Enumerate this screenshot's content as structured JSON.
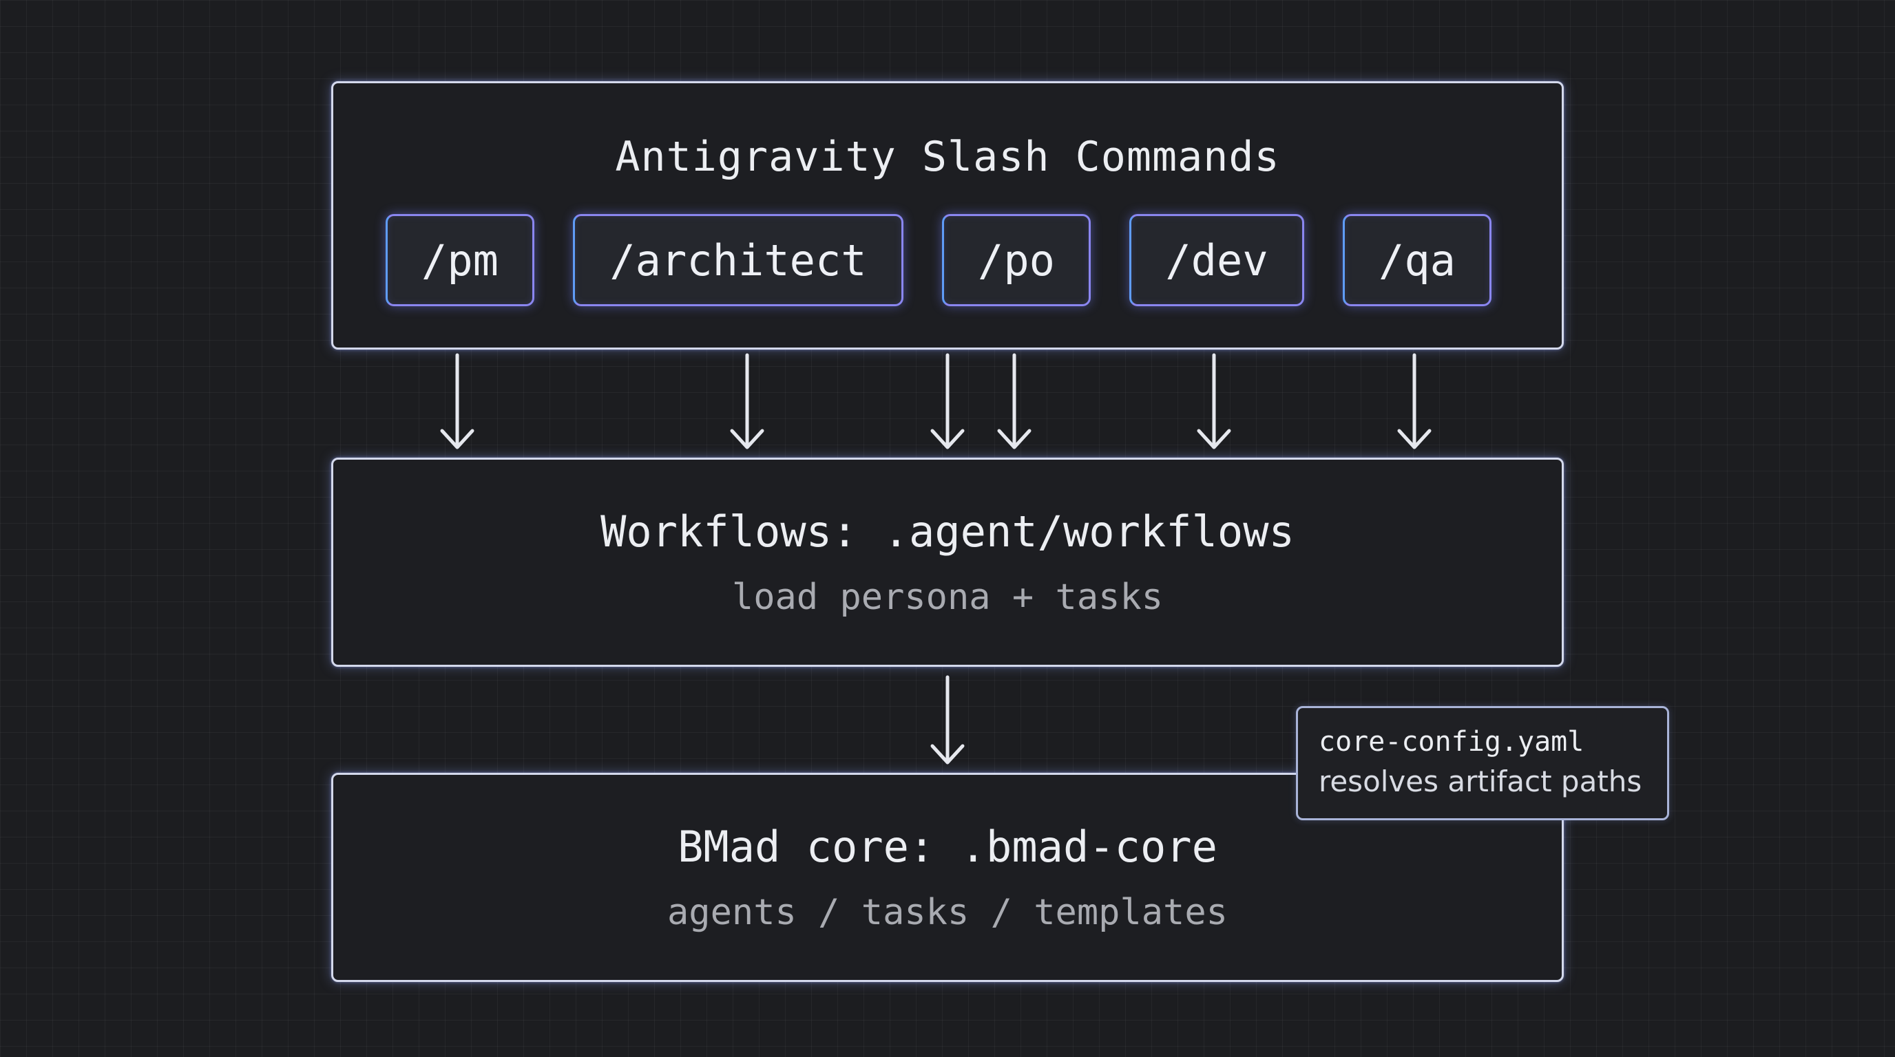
{
  "commands_box": {
    "title": "Antigravity Slash Commands",
    "commands": [
      "/pm",
      "/architect",
      "/po",
      "/dev",
      "/qa"
    ]
  },
  "workflows_box": {
    "title": "Workflows: .agent/workflows",
    "subtitle": "load persona + tasks"
  },
  "core_box": {
    "title": "BMad core: .bmad-core",
    "subtitle": "agents / tasks / templates"
  },
  "callout": {
    "line1": "core-config.yaml",
    "line2": "resolves artifact paths"
  },
  "colors": {
    "background": "#1c1d20",
    "box_border": "#d4d9ec",
    "command_border_blue": "#5f9cf7",
    "command_border_purple": "#8a86f0",
    "arrow": "#e6e8ee"
  }
}
